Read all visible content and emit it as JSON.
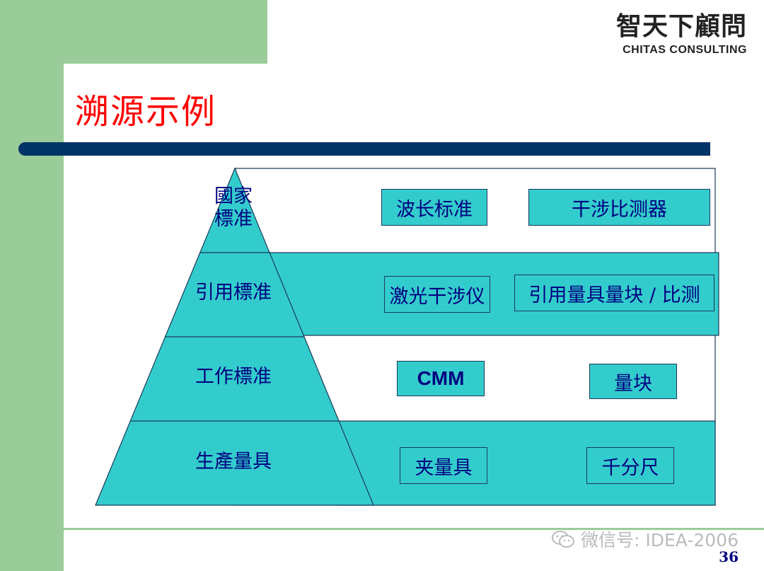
{
  "header": {
    "logo_cn": "智天下顧問",
    "logo_en": "CHITAS CONSULTING"
  },
  "title": "溯源示例",
  "levels": [
    {
      "label": "國家\n標准",
      "items": [
        "波长标准",
        "干涉比测器"
      ]
    },
    {
      "label": "引用標准",
      "items": [
        "激光干涉仪",
        "引用量具量块 / 比测"
      ]
    },
    {
      "label": "工作標准",
      "items": [
        "CMM",
        "量块"
      ]
    },
    {
      "label": "生產量具",
      "items": [
        "夹量具",
        "千分尺"
      ]
    }
  ],
  "footer": {
    "watermark": "微信号: IDEA-2006",
    "page_number": "36"
  },
  "colors": {
    "band": "#33cccc",
    "text": "#000080",
    "title": "#ff0000",
    "side_band": "#99cc99",
    "title_bar": "#003366"
  }
}
